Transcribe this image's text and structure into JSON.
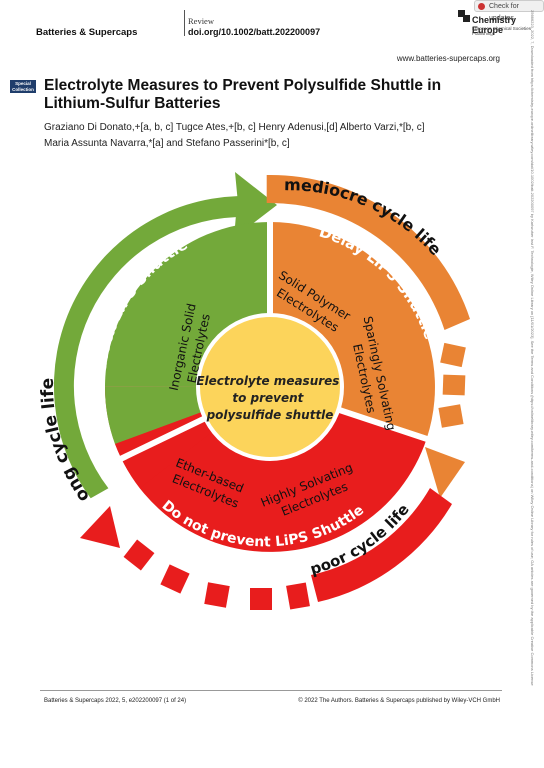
{
  "header": {
    "journal": "Batteries & Supercaps",
    "article_type": "Review",
    "doi": "doi.org/10.1002/batt.202200097",
    "publisher_name": "Chemistry Europe",
    "publisher_sub": "European Chemical Societies Publishing",
    "check_updates": "Check for updates",
    "website": "www.batteries-supercaps.org"
  },
  "badge": "Special Collection",
  "title": "Electrolyte Measures to Prevent Polysulfide Shuttle in Lithium-Sulfur Batteries",
  "authors_line1": "Graziano Di Donato,+[a, b, c] Tugce Ates,+[b, c] Henry Adenusi,[d] Alberto Varzi,*[b, c]",
  "authors_line2": "Maria Assunta Navarra,*[a] and Stefano Passerini*[b, c]",
  "figure": {
    "center": [
      "Electrolyte measures",
      "to prevent",
      "polysulfide shuttle"
    ],
    "green_label": "Block LiPS Shuttle",
    "green_inner": [
      "Inorganic Solid",
      "Electrolytes"
    ],
    "orange_label": "Delay LiPS Shuttle",
    "orange_inner1": [
      "Solid Polymer",
      "Electrolytes"
    ],
    "orange_inner2": [
      "Sparingly Solvating",
      "Electrolytes"
    ],
    "red_label": "Do not prevent LiPS Shuttle",
    "red_inner1": [
      "Ether-based",
      "Electrolytes"
    ],
    "red_inner2": [
      "Highly Solvating",
      "Electrolytes"
    ],
    "arrow_long": "long cycle life",
    "arrow_mediocre": "mediocre cycle life",
    "arrow_poor": "poor cycle life",
    "colors": {
      "green": "#73a93a",
      "orange": "#e98434",
      "red": "#e81d1d",
      "center": "#fcd45b"
    }
  },
  "footer": {
    "left": "Batteries & Supercaps 2022, 5, e202200097 (1 of 24)",
    "right": "© 2022 The Authors. Batteries & Supercaps published by Wiley-VCH GmbH"
  },
  "sidebar_text": "25666223, 2022, 7, Downloaded from https://chemistry-europe.onlinelibrary.wiley.com/doi/10.1002/batt.202200097 by Karlsruher Inst F. Technologie, Wiley Online Library on [11/01/2023]. See the Terms and Conditions (https://onlinelibrary.wiley.com/terms-and-conditions) on Wiley Online Library for rules of use; OA articles are governed by the applicable Creative Commons License"
}
